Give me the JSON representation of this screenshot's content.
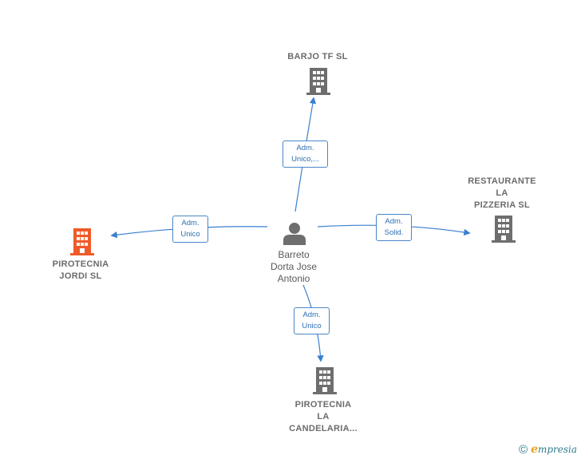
{
  "colors": {
    "edge": "#3a7fd0",
    "building": "#6e6e6e",
    "building_highlight": "#f05a28",
    "person": "#6e6e6e"
  },
  "center": {
    "name": "Barreto\nDorta Jose\nAntonio",
    "icon": "person-icon"
  },
  "companies": [
    {
      "id": "barjo",
      "name": "BARJO TF  SL",
      "icon": "building-icon",
      "highlight": false
    },
    {
      "id": "restaurante",
      "name": "RESTAURANTE\nLA\nPIZZERIA SL",
      "icon": "building-icon",
      "highlight": false
    },
    {
      "id": "pirotecnia-jordi",
      "name": "PIROTECNIA\nJORDI  SL",
      "icon": "building-icon",
      "highlight": true
    },
    {
      "id": "pirotecnia-candelaria",
      "name": "PIROTECNIA\nLA\nCANDELARIA...",
      "icon": "building-icon",
      "highlight": false
    }
  ],
  "relations": [
    {
      "to": "barjo",
      "label": "Adm.\nUnico,..."
    },
    {
      "to": "restaurante",
      "label": "Adm.\nSolid."
    },
    {
      "to": "pirotecnia-jordi",
      "label": "Adm.\nUnico"
    },
    {
      "to": "pirotecnia-candelaria",
      "label": "Adm.\nUnico"
    }
  ],
  "footer": {
    "copyright": "©",
    "brand_first": "e",
    "brand_rest": "mpresia"
  }
}
